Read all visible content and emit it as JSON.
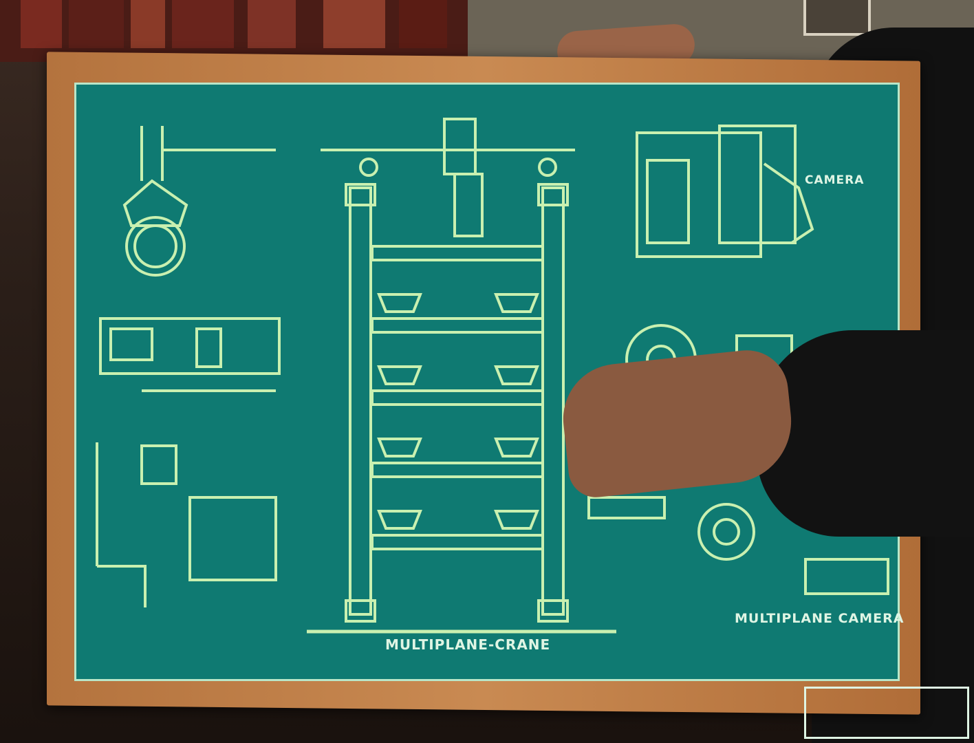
{
  "scene": {
    "description_labels": {
      "crane_title": "MULTIPLANE-CRANE",
      "camera_title": "MULTIPLANE CAMERA",
      "camera_label": "CAMERA"
    }
  },
  "colors": {
    "blueprint": "#0f7a72",
    "lines": "#b9e6c8",
    "frame": "#c98a52"
  }
}
